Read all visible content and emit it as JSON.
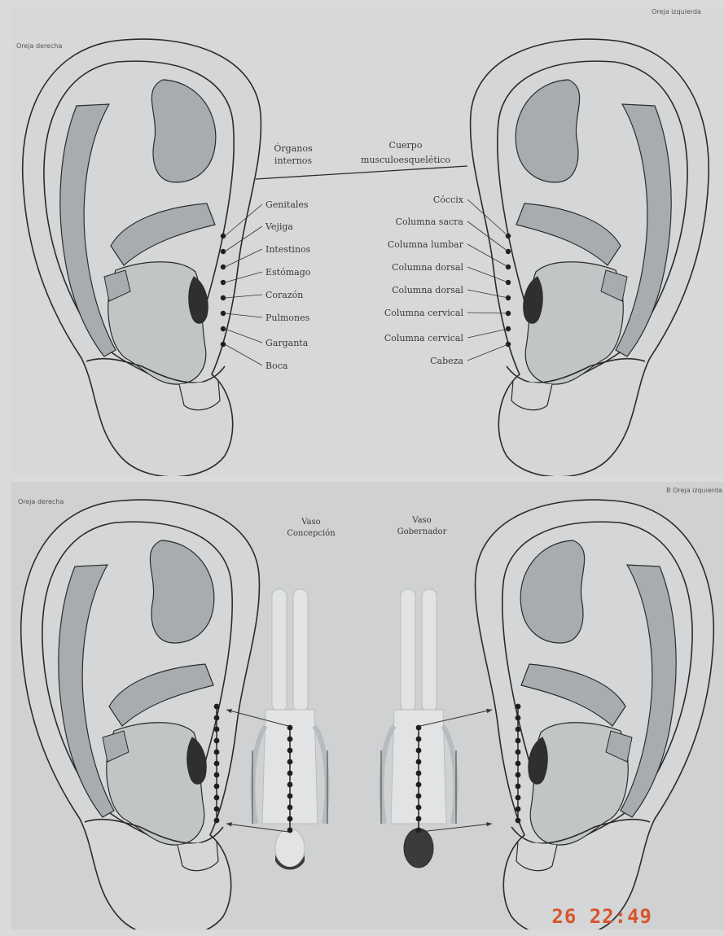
{
  "top": {
    "corner_left": "Oreja derecha",
    "corner_right": "Oreja izquierda",
    "heading_left": [
      "Órganos",
      "internos"
    ],
    "heading_right": [
      "Cuerpo",
      "musculoesquelético"
    ],
    "organs": [
      "Genitales",
      "Vejiga",
      "Intestinos",
      "Estómago",
      "Corazón",
      "Pulmones",
      "Garganta",
      "Boca"
    ],
    "spine": [
      "Cóccix",
      "Columna sacra",
      "Columna lumbar",
      "Columna dorsal",
      "Columna dorsal",
      "Columna cervical",
      "Columna cervical",
      "Cabeza"
    ]
  },
  "bottom": {
    "corner_left": "Oreja derecha",
    "corner_right": "B Oreja izquierda",
    "vessel_left": [
      "Vaso",
      "Concepción"
    ],
    "vessel_right": [
      "Vaso",
      "Gobernador"
    ]
  },
  "stamp": "26 22:49",
  "colors": {
    "paper": "#d6d8d9",
    "ear_fill": "#d4d6d7",
    "ear_shade": "#a9acae",
    "ear_shade_light": "#c2c5c6",
    "ear_dark": "#2f2f2f",
    "stroke": "#2b2b2b",
    "stamp": "#d8552c"
  }
}
